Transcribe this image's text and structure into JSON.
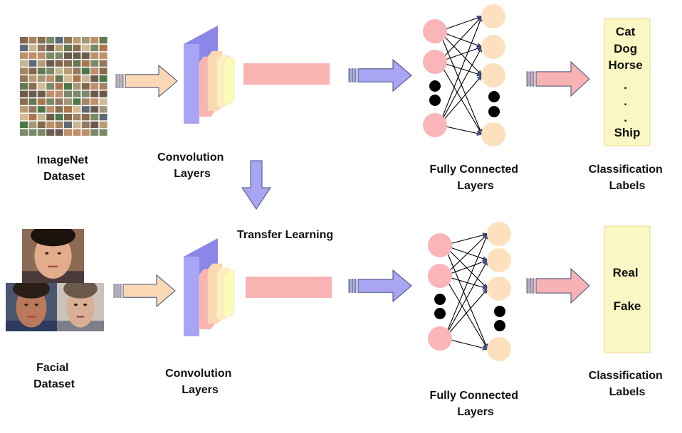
{
  "colors": {
    "conv_main": "#a9a4f4",
    "conv_side": "#8c86e8",
    "layer_pink": "#f9b3b3",
    "layer_peach": "#fbd9b4",
    "layer_cream": "#fdf0c2",
    "layer_yellow": "#fdfbb8",
    "node_pink": "#f9b5b8",
    "node_peach": "#fde0bd",
    "dot_black": "#000000",
    "label_box": "#fbf7c4",
    "label_box_border": "#e8de8a",
    "arrow_peach": "#fad7b5",
    "arrow_purple": "#aaa5f3",
    "arrow_pink": "#f7b2b4",
    "arrow_stroke": "#3f4f7a",
    "edge": "#000000",
    "edge_head": "#4a5fa0"
  },
  "top": {
    "dataset_label": [
      "ImageNet",
      "Dataset"
    ],
    "dataset_image": "imagenet-thumbnail-grid",
    "conv_label": [
      "Convolution",
      "Layers"
    ],
    "fc_label": [
      "Fully Connected",
      "Layers"
    ],
    "class_label": [
      "Classification",
      "Labels"
    ],
    "classes": [
      "Cat",
      "Dog",
      "Horse",
      ".",
      ".",
      ".",
      "Ship"
    ]
  },
  "transfer": {
    "label": "Transfer Learning"
  },
  "bottom": {
    "dataset_label": [
      "Facial",
      "Dataset"
    ],
    "dataset_image": "face-photos",
    "conv_label": [
      "Convolution",
      "Layers"
    ],
    "fc_label": [
      "Fully Connected",
      "Layers"
    ],
    "class_label": [
      "Classification",
      "Labels"
    ],
    "classes": [
      "Real",
      "Fake"
    ]
  }
}
